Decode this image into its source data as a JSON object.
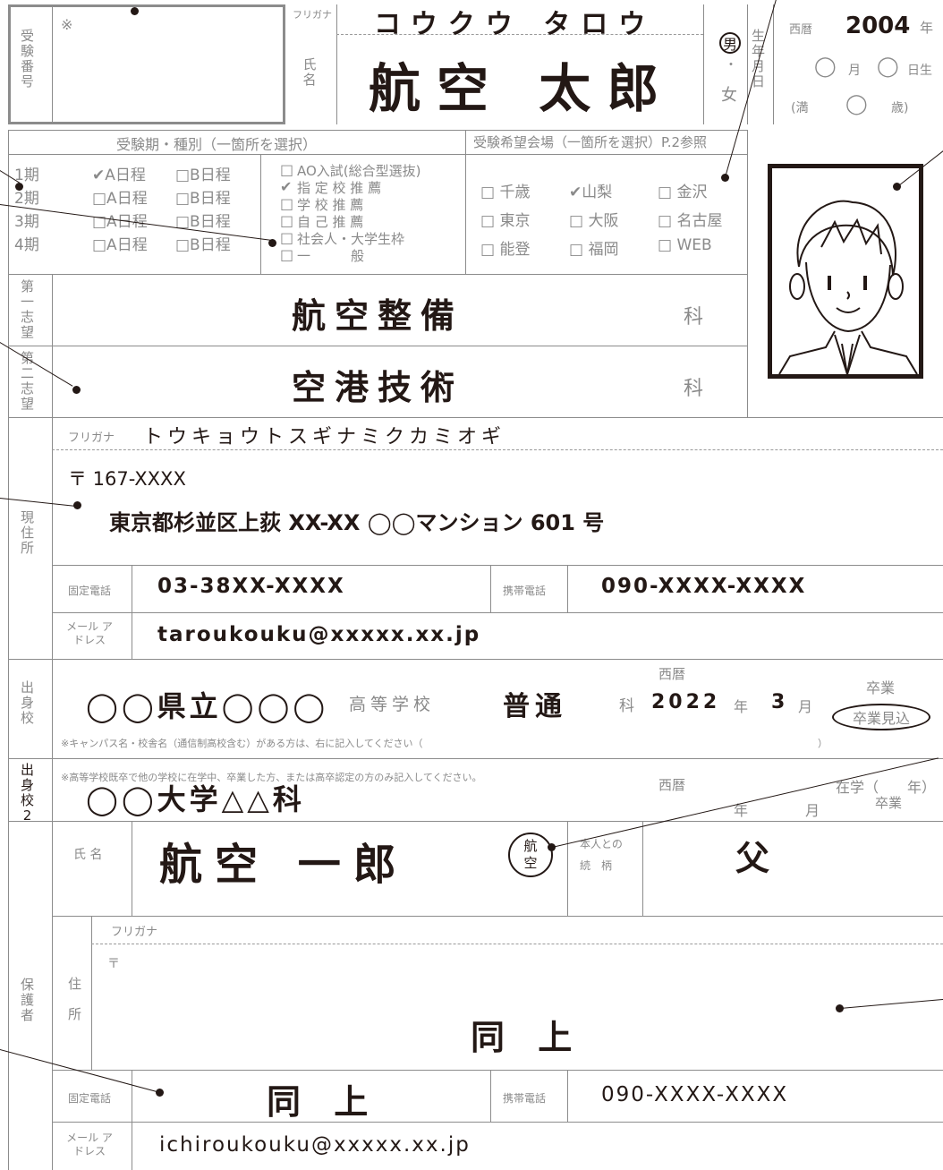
{
  "header": {
    "exam_no_label": "受験番号",
    "exam_no_mark": "※",
    "furigana_label": "フリガナ",
    "furigana_value": "コウクウ タロウ",
    "name_label": "氏名",
    "name_value": "航空 太郎",
    "gender_male": "男",
    "gender_dot": "・",
    "gender_female": "女",
    "birth_label": "生年月日",
    "era_label": "西暦",
    "birth_year": "2004",
    "year_suffix": "年",
    "month_mark": "◯",
    "month_suffix": "月",
    "day_mark": "◯",
    "day_suffix": "日生",
    "age_prefix": "(満",
    "age_mark": "◯",
    "age_suffix": "歳)"
  },
  "exam_period": {
    "title": "受験期・種別（一箇所を選択）",
    "rows": [
      {
        "period": "1期",
        "a": "✔A日程",
        "b": "□B日程"
      },
      {
        "period": "2期",
        "a": "□A日程",
        "b": "□B日程"
      },
      {
        "period": "3期",
        "a": "□A日程",
        "b": "□B日程"
      },
      {
        "period": "4期",
        "a": "□A日程",
        "b": "□B日程"
      }
    ],
    "types": [
      {
        "box": "□",
        "label": "AO入試(総合型選抜)"
      },
      {
        "box": "✔",
        "label": "指 定 校 推 薦"
      },
      {
        "box": "□",
        "label": "学 校 推 薦"
      },
      {
        "box": "□",
        "label": "自 己 推 薦"
      },
      {
        "box": "□",
        "label": "社会人・大学生枠"
      },
      {
        "box": "□",
        "label": "一　　　般"
      }
    ]
  },
  "venue": {
    "title": "受験希望会場（一箇所を選択）P.2参照",
    "items": [
      "□ 千歳",
      "✔山梨",
      "□ 金沢",
      "□ 東京",
      "□ 大阪",
      "□ 名古屋",
      "□ 能登",
      "□ 福岡",
      "□ WEB"
    ]
  },
  "choices": {
    "first_label": "第一志望",
    "first_value": "航空整備",
    "second_label": "第二志望",
    "second_value": "空港技術",
    "suffix": "科"
  },
  "address": {
    "section_label": "現住所",
    "furigana_label": "フリガナ",
    "furigana_value": "トウキョウトスギナミクカミオギ",
    "postal": "〒 167-XXXX",
    "address_value": "東京都杉並区上荻 XX-XX ◯◯マンション 601 号",
    "landline_label": "固定電話",
    "landline_value": "03-38XX-XXXX",
    "mobile_label": "携帯電話",
    "mobile_value": "090-XXXX-XXXX",
    "email_label": "メール アドレス",
    "email_value": "taroukouku@xxxxx.xx.jp"
  },
  "school": {
    "section_label": "出身校",
    "name_value": "◯◯県立◯◯◯",
    "school_type": "高等学校",
    "course_value": "普通",
    "course_suffix": "科",
    "era_label": "西暦",
    "grad_year": "2022",
    "year_suffix": "年",
    "grad_month": "3",
    "month_suffix": "月",
    "graduated": "卒業",
    "expected": "卒業見込",
    "campus_note": "※キャンパス名・校舎名（通信制高校含む）がある方は、右に記入してください（",
    "campus_close": "）"
  },
  "school2": {
    "section_label": "出身校2",
    "note": "※高等学校既卒で他の学校に在学中、卒業した方、または高卒認定の方のみ記入してください。",
    "name_value": "◯◯大学△△科",
    "era_label": "西暦",
    "year_suffix": "年",
    "month_suffix": "月",
    "enrolled": "在学（　　年）",
    "graduated": "卒業"
  },
  "guardian": {
    "section_label": "保護者",
    "name_label": "氏 名",
    "name_value": "航空 一郎",
    "seal_text": "航空",
    "relation_label_1": "本人との",
    "relation_label_2": "続　柄",
    "relation_value": "父",
    "furigana_label": "フリガナ",
    "address_label_1": "住",
    "address_label_2": "所",
    "postal_mark": "〒",
    "address_value": "同 上",
    "landline_label": "固定電話",
    "landline_value": "同 上",
    "mobile_label": "携帯電話",
    "mobile_value": "090-XXXX-XXXX",
    "email_label": "メール アドレス",
    "email_value": "ichiroukouku@xxxxx.xx.jp"
  }
}
